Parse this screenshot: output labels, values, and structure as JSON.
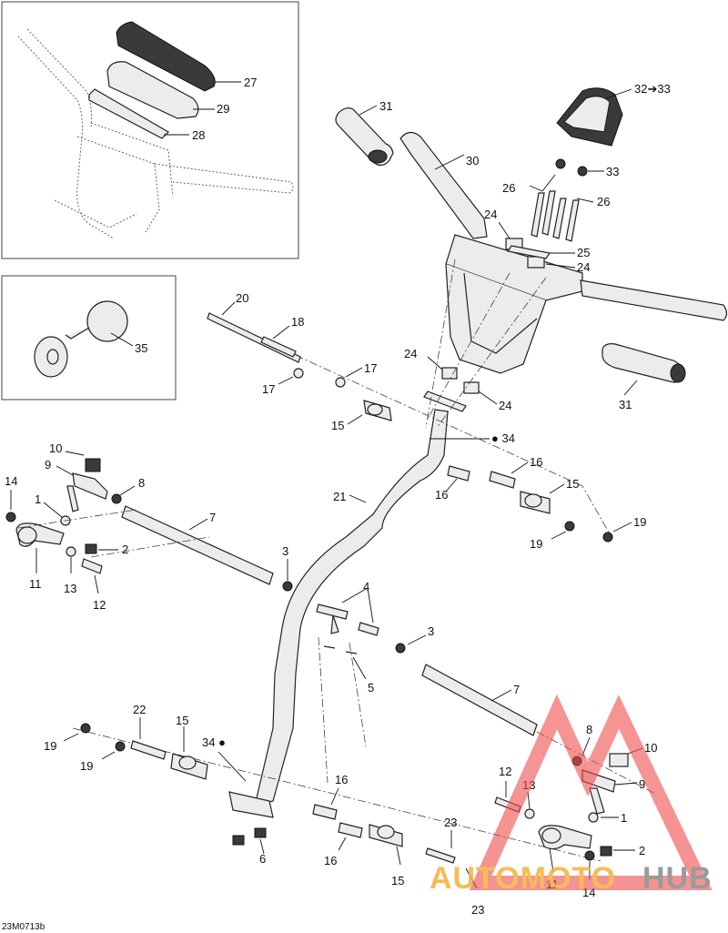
{
  "drawing_code": "23M0713b",
  "watermark": {
    "part_a": "AUTOMOTO",
    "part_b": "HUB",
    "color_a": "#f5b23a",
    "color_b": "#8a8a8a",
    "triangle_color": "#f04a4a"
  },
  "callouts": {
    "c1a": "1",
    "c1b": "1",
    "c2a": "2",
    "c2b": "2",
    "c3a": "3",
    "c3b": "3",
    "c4": "4",
    "c5": "5",
    "c6": "6",
    "c7a": "7",
    "c7b": "7",
    "c8a": "8",
    "c8b": "8",
    "c9a": "9",
    "c9b": "9",
    "c10a": "10",
    "c10b": "10",
    "c11a": "11",
    "c11b": "11",
    "c12a": "12",
    "c12b": "12",
    "c13a": "13",
    "c13b": "13",
    "c14a": "14",
    "c14b": "14",
    "c15a": "15",
    "c15b": "15",
    "c15c": "15",
    "c15d": "15",
    "c16a": "16",
    "c16b": "16",
    "c16c": "16",
    "c16d": "16",
    "c17a": "17",
    "c17b": "17",
    "c18": "18",
    "c19a": "19",
    "c19b": "19",
    "c19c": "19",
    "c19d": "19",
    "c20": "20",
    "c21": "21",
    "c22": "22",
    "c23a": "23",
    "c23b": "23",
    "c24a": "24",
    "c24b": "24",
    "c24c": "24",
    "c24d": "24",
    "c25": "25",
    "c26a": "26",
    "c26b": "26",
    "c27": "27",
    "c28": "28",
    "c29": "29",
    "c30": "30",
    "c31a": "31",
    "c31b": "31",
    "c32": "32➔33",
    "c33": "33",
    "c34a": "34",
    "c34b": "34",
    "c35": "35"
  }
}
